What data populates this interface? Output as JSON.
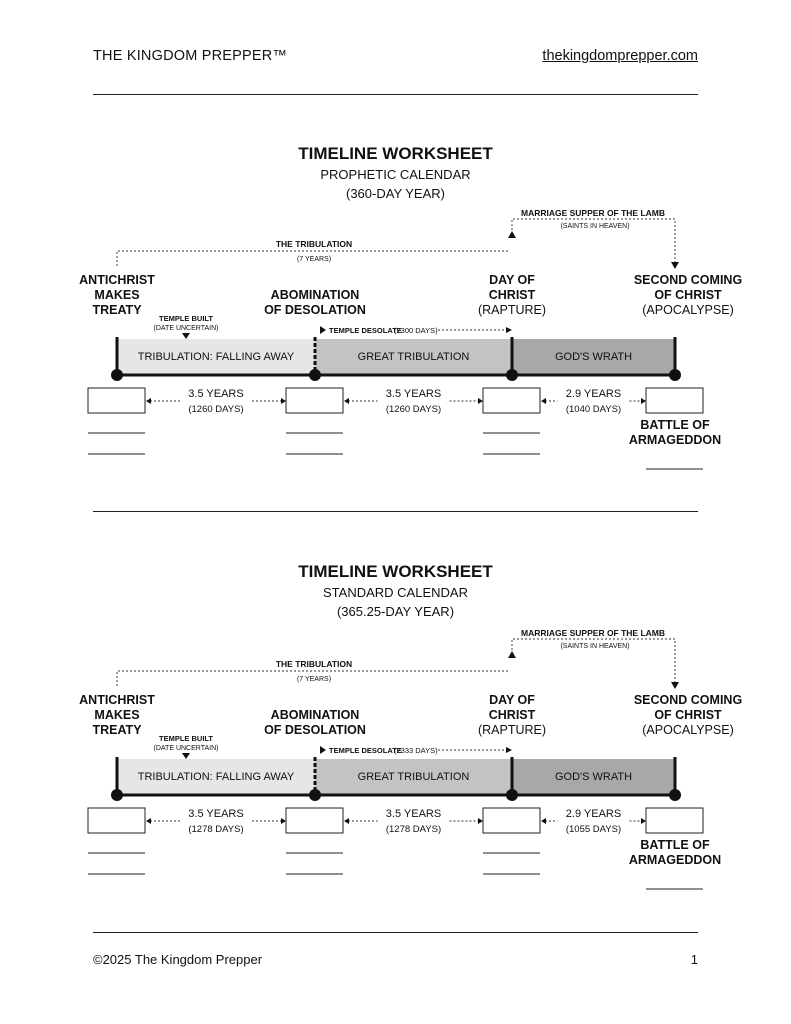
{
  "header": {
    "brand": "THE KINGDOM PREPPER™",
    "url": "thekingdomprepper.com"
  },
  "footer": {
    "copyright": "©2025 The Kingdom Prepper",
    "page_number": "1"
  },
  "worksheets": [
    {
      "title": "TIMELINE WORKSHEET",
      "calendar": "PROPHETIC CALENDAR",
      "year_length": "(360-DAY YEAR)",
      "marriage_supper": "MARRIAGE SUPPER OF THE LAMB",
      "saints": "(SAINTS IN HEAVEN)",
      "tribulation": "THE TRIBULATION",
      "tribulation_years": "(7 YEARS)",
      "event1": [
        "ANTICHRIST",
        "MAKES",
        "TREATY"
      ],
      "event2": [
        "ABOMINATION",
        "OF DESOLATION"
      ],
      "event3": [
        "DAY OF",
        "CHRIST",
        "(RAPTURE)"
      ],
      "event4": [
        "SECOND COMING",
        "OF CHRIST",
        "(APOCALYPSE)"
      ],
      "temple_built": "TEMPLE BUILT",
      "date_uncertain": "(DATE UNCERTAIN)",
      "temple_desolate": "TEMPLE DESOLATE",
      "temple_desolate_days": "(2300 DAYS)",
      "phase1": "TRIBULATION: FALLING AWAY",
      "phase2": "GREAT TRIBULATION",
      "phase3": "GOD'S WRATH",
      "span1": [
        "3.5 YEARS",
        "(1260 DAYS)"
      ],
      "span2": [
        "3.5 YEARS",
        "(1260 DAYS)"
      ],
      "span3": [
        "2.9 YEARS",
        "(1040 DAYS)"
      ],
      "battle": [
        "BATTLE OF",
        "ARMAGEDDON"
      ]
    },
    {
      "title": "TIMELINE WORKSHEET",
      "calendar": "STANDARD CALENDAR",
      "year_length": "(365.25-DAY YEAR)",
      "marriage_supper": "MARRIAGE SUPPER OF THE LAMB",
      "saints": "(SAINTS IN HEAVEN)",
      "tribulation": "THE TRIBULATION",
      "tribulation_years": "(7 YEARS)",
      "event1": [
        "ANTICHRIST",
        "MAKES",
        "TREATY"
      ],
      "event2": [
        "ABOMINATION",
        "OF DESOLATION"
      ],
      "event3": [
        "DAY OF",
        "CHRIST",
        "(RAPTURE)"
      ],
      "event4": [
        "SECOND COMING",
        "OF CHRIST",
        "(APOCALYPSE)"
      ],
      "temple_built": "TEMPLE BUILT",
      "date_uncertain": "(DATE UNCERTAIN)",
      "temple_desolate": "TEMPLE DESOLATE",
      "temple_desolate_days": "(2333 DAYS)",
      "phase1": "TRIBULATION: FALLING AWAY",
      "phase2": "GREAT TRIBULATION",
      "phase3": "GOD'S WRATH",
      "span1": [
        "3.5 YEARS",
        "(1278 DAYS)"
      ],
      "span2": [
        "3.5 YEARS",
        "(1278 DAYS)"
      ],
      "span3": [
        "2.9 YEARS",
        "(1055 DAYS)"
      ],
      "battle": [
        "BATTLE OF",
        "ARMAGEDDON"
      ]
    }
  ]
}
